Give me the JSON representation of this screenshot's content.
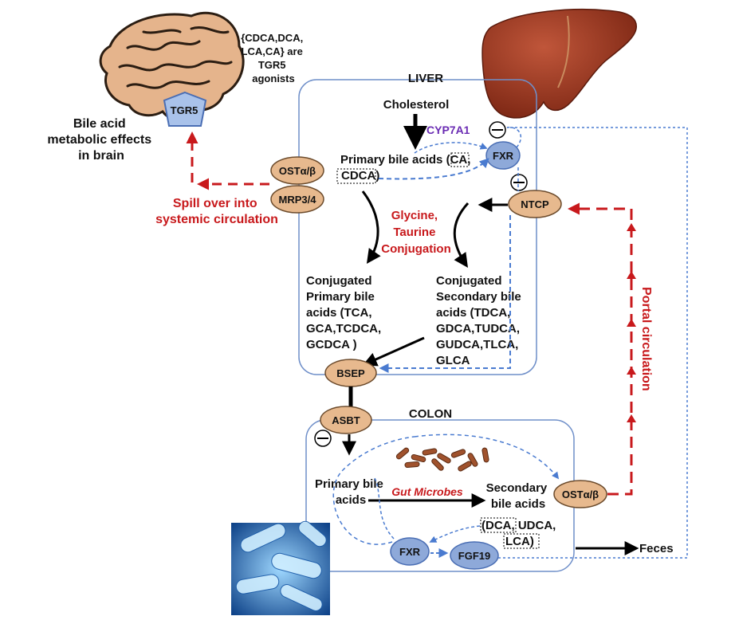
{
  "brain": {
    "receptor": "TGR5",
    "agonists_lines": [
      "{CDCA,DCA,",
      "LCA,CA} are",
      "TGR5",
      "agonists"
    ],
    "effects_lines": [
      "Bile acid",
      "metabolic effects",
      "in brain"
    ]
  },
  "liver": {
    "title": "LIVER",
    "cholesterol": "Cholesterol",
    "enzyme": "CYP7A1",
    "primary_lines": [
      "Primary bile acids (CA,",
      "CDCA)"
    ],
    "conjugation_lines": [
      "Glycine,",
      "Taurine",
      "Conjugation"
    ],
    "conj_primary_lines": [
      "Conjugated",
      "Primary bile",
      "acids (TCA,",
      "GCA,TCDCA,",
      "GCDCA )"
    ],
    "conj_secondary_lines": [
      "Conjugated",
      "Secondary bile",
      "acids (TDCA,",
      "GDCA,TUDCA,",
      "GUDCA,TLCA,",
      "GLCA"
    ]
  },
  "transporters": {
    "ost_liver": "OSTα/β",
    "mrp": "MRP3/4",
    "ntcp": "NTCP",
    "bsep": "BSEP",
    "asbt": "ASBT",
    "ost_colon": "OSTα/β",
    "fxr_liver": "FXR",
    "fxr_colon": "FXR",
    "fgf19": "FGF19"
  },
  "spill_lines": [
    "Spill over into",
    "systemic circulation"
  ],
  "portal": "Portal circulation",
  "colon": {
    "title": "COLON",
    "primary_lines": [
      "Primary bile",
      "acids"
    ],
    "microbes": "Gut Microbes",
    "secondary_lines": [
      "Secondary",
      "bile acids"
    ],
    "sec_list_lines": [
      "(DCA, UDCA,",
      "LCA)"
    ],
    "feces": "Feces"
  },
  "symbols": {
    "inhibit": "⊖"
  },
  "colors": {
    "red": "#c8191c",
    "purple": "#6a2bb3",
    "node_blue": "#8ea9d9",
    "node_tan": "#e7b98e",
    "outline": "#6f8fc9",
    "dash_blue": "#4a7bd0",
    "brain": "#e5b48c",
    "liver": "#8f2f1a",
    "microbe": "#a0522d"
  }
}
